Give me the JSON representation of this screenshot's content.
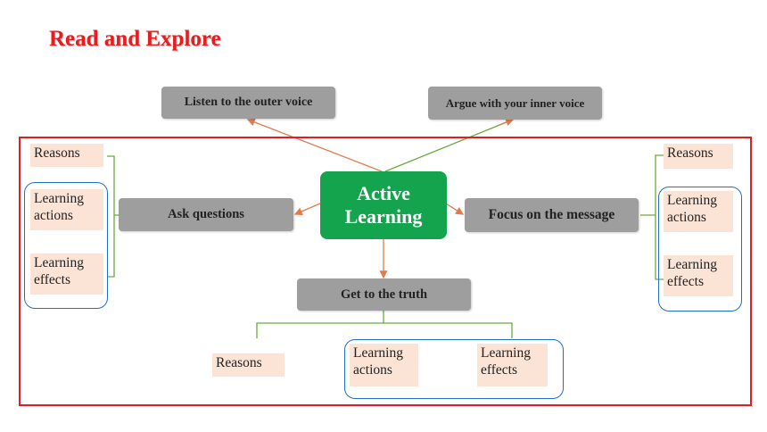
{
  "title": "Read and Explore",
  "center_node": {
    "line1": "Active",
    "line2": "Learning"
  },
  "nodes": {
    "outer_voice": "Listen to the outer voice",
    "inner_voice": "Argue with your inner voice",
    "ask_questions": "Ask questions",
    "focus_message": "Focus on the message",
    "get_truth": "Get to the truth"
  },
  "left_group": {
    "reasons": "Reasons",
    "actions": "Learning actions",
    "effects": "Learning effects"
  },
  "right_group": {
    "reasons": "Reasons",
    "actions": "Learning actions",
    "effects": "Learning effects"
  },
  "bottom_group": {
    "reasons": "Reasons",
    "actions": "Learning actions",
    "effects": "Learning effects"
  },
  "colors": {
    "title": "#e81c1c",
    "frame": "#e21c23",
    "center": "#14a44d",
    "node": "#9e9e9e",
    "label_bg": "#fbe4d5",
    "arrow": "#e07b4c",
    "bracket": "#6aaa3a",
    "group_outline": "#1f6fc6"
  }
}
